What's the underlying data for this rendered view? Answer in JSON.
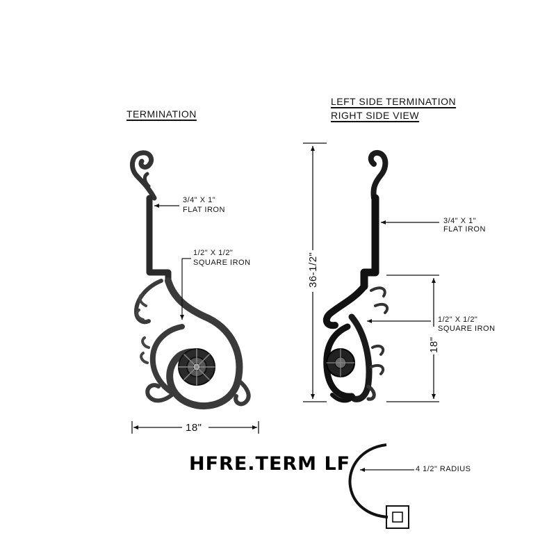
{
  "titles": {
    "termination": "TERMINATION",
    "left_line1": "LEFT SIDE TERMINATION",
    "left_line2": "RIGHT SIDE VIEW"
  },
  "notes": {
    "left_flat_line1": "3/4\" X 1\"",
    "left_flat_line2": "FLAT IRON",
    "left_square_line1": "1/2\" X 1/2\"",
    "left_square_line2": "SQUARE IRON",
    "right_flat_line1": "3/4\" X 1\"",
    "right_flat_line2": "FLAT IRON",
    "right_square_line1": "1/2\" X 1/2\"",
    "right_square_line2": "SQUARE IRON",
    "radius": "4 1/2\" RADIUS"
  },
  "dimensions": {
    "width": "18\"",
    "height": "36-1/2\"",
    "side_height": "18\""
  },
  "model": "HFRE.TERM LF"
}
